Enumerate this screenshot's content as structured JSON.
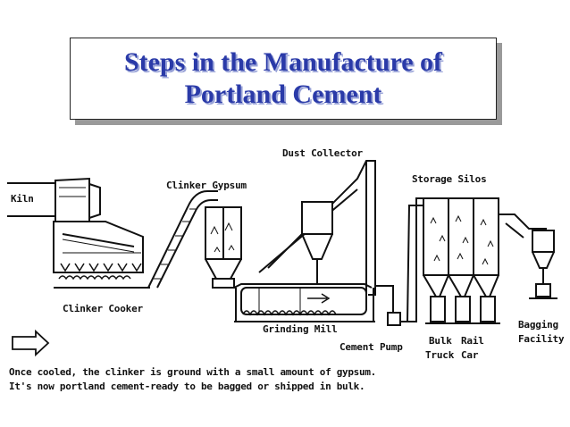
{
  "title": {
    "line1": "Steps in the Manufacture of",
    "line2": "Portland Cement"
  },
  "labels": {
    "kiln": "Kiln",
    "clinker_cooker": "Clinker Cooker",
    "clinker_gypsum": "Clinker Gypsum",
    "dust_collector": "Dust Collector",
    "grinding_mill": "Grinding Mill",
    "storage_silos": "Storage Silos",
    "cement_pump": "Cement Pump",
    "bulk_truck_1": "Bulk",
    "bulk_truck_2": "Truck",
    "rail_car_1": "Rail",
    "rail_car_2": "Car",
    "bagging_1": "Bagging",
    "bagging_2": "Facility"
  },
  "caption": {
    "line1": "Once cooled, the clinker is ground with a small amount of gypsum.",
    "line2": "It's now portland cement-ready to be bagged or shipped in bulk."
  },
  "colors": {
    "title_text": "#2a3aa8",
    "line_art": "#111111"
  }
}
